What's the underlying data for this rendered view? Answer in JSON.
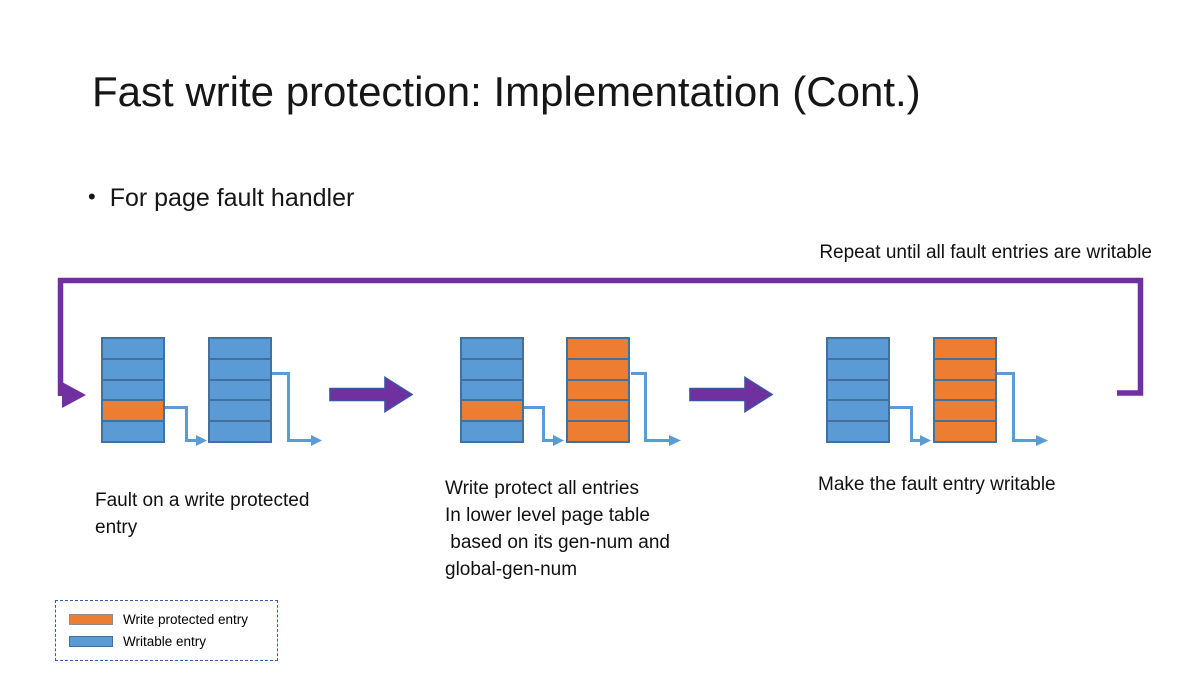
{
  "slide": {
    "title": "Fast write protection: Implementation (Cont.)",
    "bullet_char": "•",
    "bullet": "For page fault handler",
    "loop_label": "Repeat until all fault entries are writable"
  },
  "colors": {
    "writable_fill": "#5B9BD5",
    "protected_fill": "#ED7D31",
    "row_border": "#41719C",
    "loop_purple": "#7030A0",
    "block_arrow_fill": "#7030A0",
    "block_arrow_border": "#3B54A3",
    "connector_blue": "#5B9BD5",
    "legend_border": "#3B5EA8",
    "background": "#FFFFFF",
    "text": "#111111"
  },
  "diagram": {
    "stages": [
      {
        "caption": "Fault on a write protected entry",
        "tables": [
          {
            "role": "upper-level page table",
            "rows": [
              "writable",
              "writable",
              "writable",
              "protected",
              "writable"
            ]
          },
          {
            "role": "lower-level page table",
            "rows": [
              "writable",
              "writable",
              "writable",
              "writable",
              "writable"
            ]
          }
        ]
      },
      {
        "caption": "Write protect all entries\nIn lower level page table\n based on its gen-num and\nglobal-gen-num",
        "tables": [
          {
            "role": "upper-level page table",
            "rows": [
              "writable",
              "writable",
              "writable",
              "protected",
              "writable"
            ]
          },
          {
            "role": "lower-level page table",
            "rows": [
              "protected",
              "protected",
              "protected",
              "protected",
              "protected"
            ]
          }
        ]
      },
      {
        "caption": "Make the fault entry writable",
        "tables": [
          {
            "role": "upper-level page table",
            "rows": [
              "writable",
              "writable",
              "writable",
              "writable",
              "writable"
            ]
          },
          {
            "role": "lower-level page table",
            "rows": [
              "protected",
              "protected",
              "protected",
              "protected",
              "protected"
            ]
          }
        ]
      }
    ]
  },
  "legend": {
    "items": [
      {
        "swatch": "protected",
        "label": "Write protected entry"
      },
      {
        "swatch": "writable",
        "label": "Writable entry"
      }
    ]
  }
}
